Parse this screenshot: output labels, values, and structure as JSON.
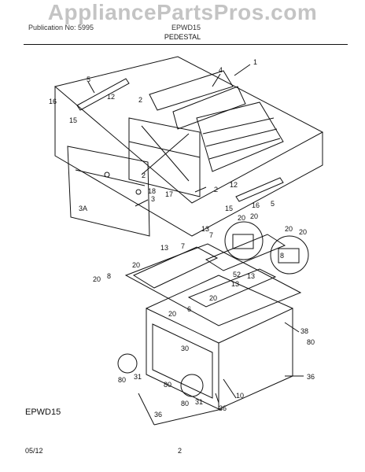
{
  "watermark": "AppliancePartsPros.com",
  "header": {
    "left": "Publication No: 5995",
    "right": "EPWD15",
    "subtitle": "PEDESTAL"
  },
  "footer": {
    "model": "EPWD15",
    "date": "05/12",
    "page": "2"
  },
  "callouts": [
    "1",
    "2",
    "2",
    "2",
    "3",
    "3A",
    "4",
    "5",
    "5",
    "7",
    "7",
    "8",
    "8",
    "13",
    "13",
    "13",
    "13",
    "12",
    "12",
    "15",
    "15",
    "16",
    "16",
    "17",
    "18",
    "20",
    "20",
    "20",
    "20",
    "20",
    "20",
    "20",
    "20",
    "30",
    "31",
    "31",
    "36",
    "36",
    "36",
    "38",
    "52",
    "6",
    "80",
    "80",
    "80",
    "80",
    "10"
  ]
}
